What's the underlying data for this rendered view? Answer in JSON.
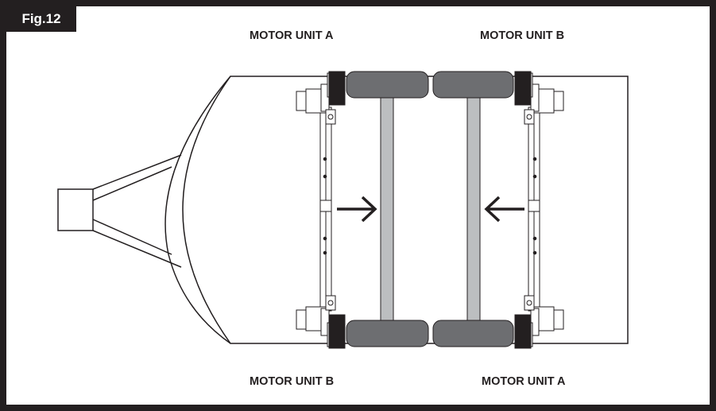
{
  "figure": {
    "badge": "Fig.12"
  },
  "labels": {
    "top_left": "MOTOR UNIT A",
    "top_right": "MOTOR UNIT B",
    "bottom_left": "MOTOR UNIT B",
    "bottom_right": "MOTOR UNIT A"
  },
  "colors": {
    "frame": "#231f20",
    "tyre": "#6d6e71",
    "axle": "#bcbec0",
    "line": "#231f20"
  }
}
